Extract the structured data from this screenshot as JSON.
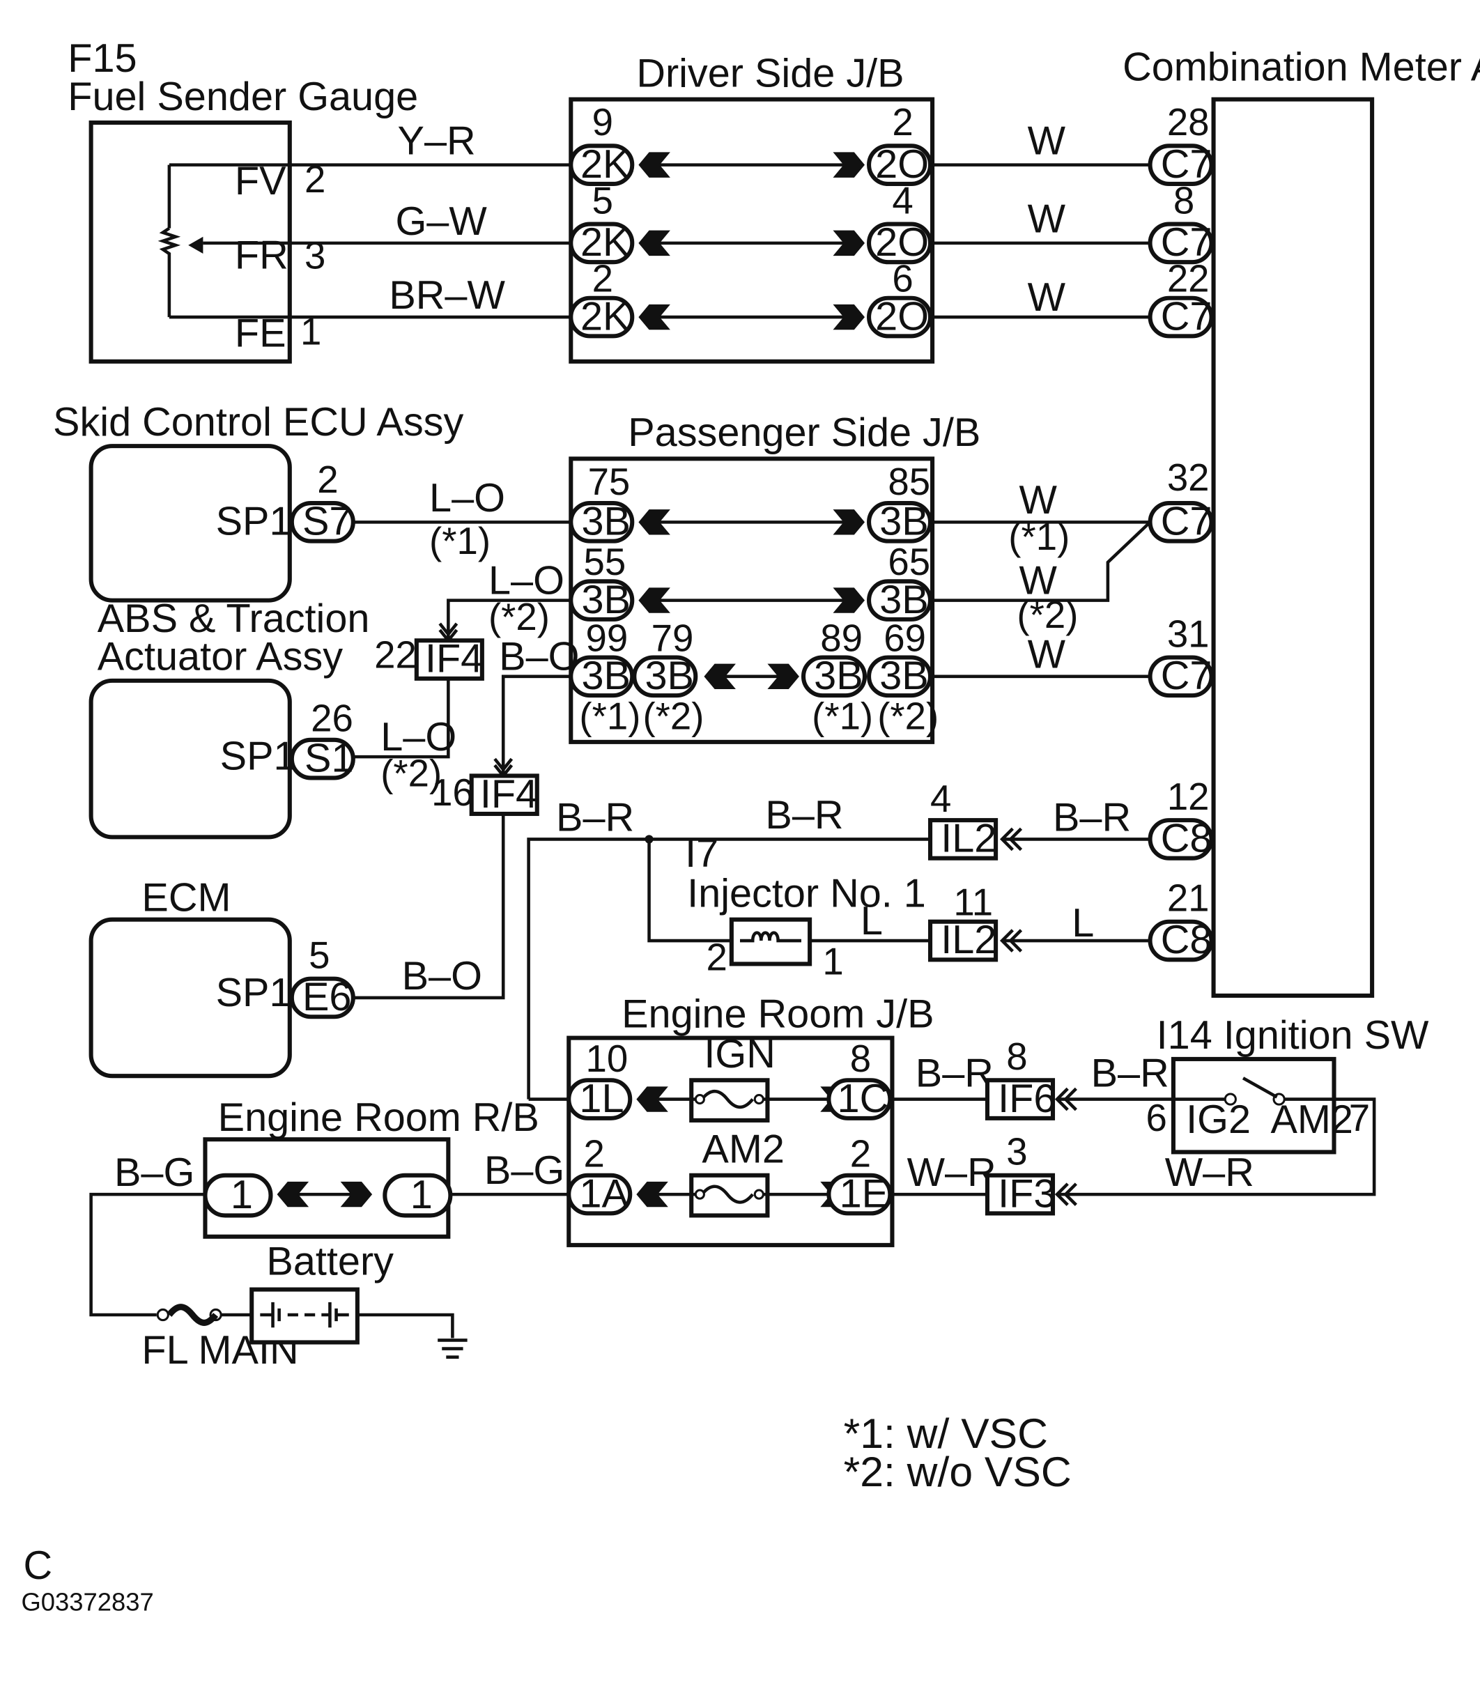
{
  "components": {
    "fuel_sender": {
      "code": "F15",
      "name": "Fuel Sender Gauge",
      "pins": [
        {
          "label": "FV",
          "num": "2"
        },
        {
          "label": "FR",
          "num": "3"
        },
        {
          "label": "FE",
          "num": "1"
        }
      ]
    },
    "driver_jb": {
      "name": "Driver Side J/B"
    },
    "passenger_jb": {
      "name": "Passenger Side J/B"
    },
    "combination_meter": {
      "name": "Combination Meter Assy"
    },
    "skid_ecu": {
      "name": "Skid Control ECU Assy",
      "port": "SP1",
      "conn": "S7",
      "pin": "2"
    },
    "abs_actuator": {
      "name_line1": "ABS  & Traction",
      "name_line2": "Actuator Assy",
      "port": "SP1",
      "conn": "S1",
      "pin": "26"
    },
    "ecm": {
      "name": "ECM",
      "port": "SP1",
      "conn": "E6",
      "pin": "5"
    },
    "injector": {
      "code": "I7",
      "name": "Injector No. 1",
      "pin_left": "2",
      "pin_right": "1"
    },
    "engine_room_jb": {
      "name": "Engine Room J/B",
      "fuse_ign": "IGN",
      "fuse_am2": "AM2"
    },
    "engine_room_rb": {
      "name": "Engine Room R/B"
    },
    "ignition_sw": {
      "name": "I14 Ignition SW",
      "t_ig2": "IG2",
      "t_am2": "AM2",
      "pin_ig2": "6",
      "pin_am2": "7"
    },
    "battery": {
      "name": "Battery"
    },
    "fl_main": {
      "name": "FL MAIN"
    }
  },
  "wires": {
    "yr": "Y–R",
    "gw": "G–W",
    "brw": "BR–W",
    "w": "W",
    "lo": "L–O",
    "bo": "B–O",
    "br": "B–R",
    "l": "L",
    "bg": "B–G",
    "wr": "W–R"
  },
  "notes": {
    "v1": "(*1)",
    "v2": "(*2)"
  },
  "connectors": {
    "dj_left": [
      {
        "pin": "9",
        "id": "2K"
      },
      {
        "pin": "5",
        "id": "2K"
      },
      {
        "pin": "2",
        "id": "2K"
      }
    ],
    "dj_right": [
      {
        "pin": "2",
        "id": "2O"
      },
      {
        "pin": "4",
        "id": "2O"
      },
      {
        "pin": "6",
        "id": "2O"
      }
    ],
    "meter_c7": [
      {
        "pin": "28",
        "id": "C7"
      },
      {
        "pin": "8",
        "id": "C7"
      },
      {
        "pin": "22",
        "id": "C7"
      },
      {
        "pin": "32",
        "id": "C7"
      },
      {
        "pin": "31",
        "id": "C7"
      }
    ],
    "meter_c8": [
      {
        "pin": "12",
        "id": "C8"
      },
      {
        "pin": "21",
        "id": "C8"
      }
    ],
    "pj": [
      {
        "pin": "75",
        "id": "3B"
      },
      {
        "pin": "85",
        "id": "3B"
      },
      {
        "pin": "55",
        "id": "3B"
      },
      {
        "pin": "65",
        "id": "3B"
      },
      {
        "pin": "99",
        "id": "3B"
      },
      {
        "pin": "79",
        "id": "3B"
      },
      {
        "pin": "89",
        "id": "3B"
      },
      {
        "pin": "69",
        "id": "3B"
      }
    ],
    "if4_upper": {
      "pin": "22",
      "id": "IF4"
    },
    "if4_lower": {
      "pin": "16",
      "id": "IF4"
    },
    "il2_upper": {
      "pin": "4",
      "id": "IL2"
    },
    "il2_lower": {
      "pin": "11",
      "id": "IL2"
    },
    "if6": {
      "pin": "8",
      "id": "IF6"
    },
    "if3": {
      "pin": "3",
      "id": "IF3"
    },
    "erj": [
      {
        "pin": "10",
        "id": "1L"
      },
      {
        "pin": "8",
        "id": "1C"
      },
      {
        "pin": "2",
        "id": "1A"
      },
      {
        "pin": "2",
        "id": "1E"
      }
    ],
    "erb": [
      {
        "id": "1"
      },
      {
        "id": "1"
      }
    ]
  },
  "footnotes": {
    "f1": "*1: w/ VSC",
    "f2": "*2: w/o VSC"
  },
  "corner": {
    "letter": "C",
    "code": "G03372837"
  }
}
